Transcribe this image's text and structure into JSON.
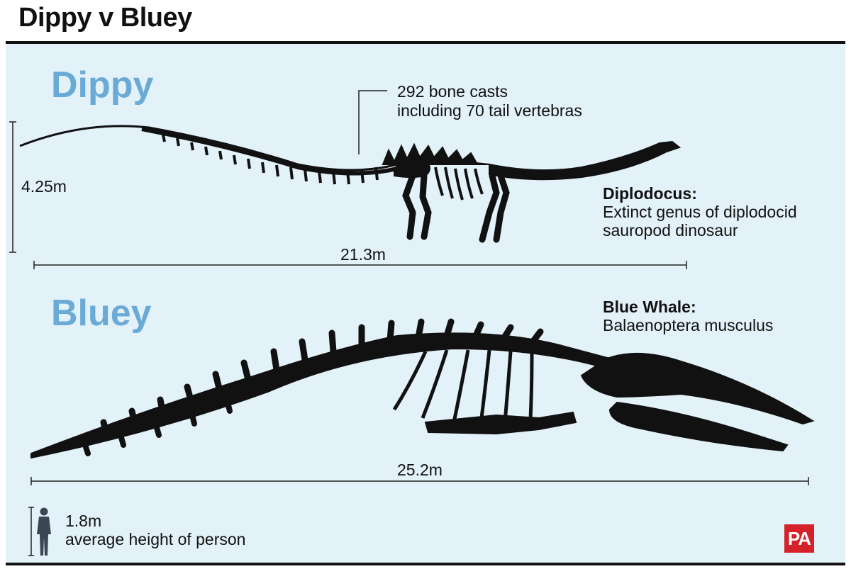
{
  "title": "Dippy v Bluey",
  "dippy": {
    "name": "Dippy",
    "callout_line1": "292 bone casts",
    "callout_line2": "including 70 tail vertebras",
    "height": "4.25m",
    "length": "21.3m",
    "species": "Diplodocus:",
    "desc_line1": "Extinct genus of diplodocid",
    "desc_line2": "sauropod dinosaur"
  },
  "bluey": {
    "name": "Bluey",
    "species": "Blue Whale:",
    "desc_line1": "Balaenoptera musculus",
    "length": "25.2m"
  },
  "person": {
    "height": "1.8m",
    "label": "average height of person"
  },
  "logo": "PA",
  "colors": {
    "panel": "#e3f1f9",
    "section_title": "#6aaad6",
    "skeleton": "#111111",
    "logo_bg": "#d4212a"
  }
}
